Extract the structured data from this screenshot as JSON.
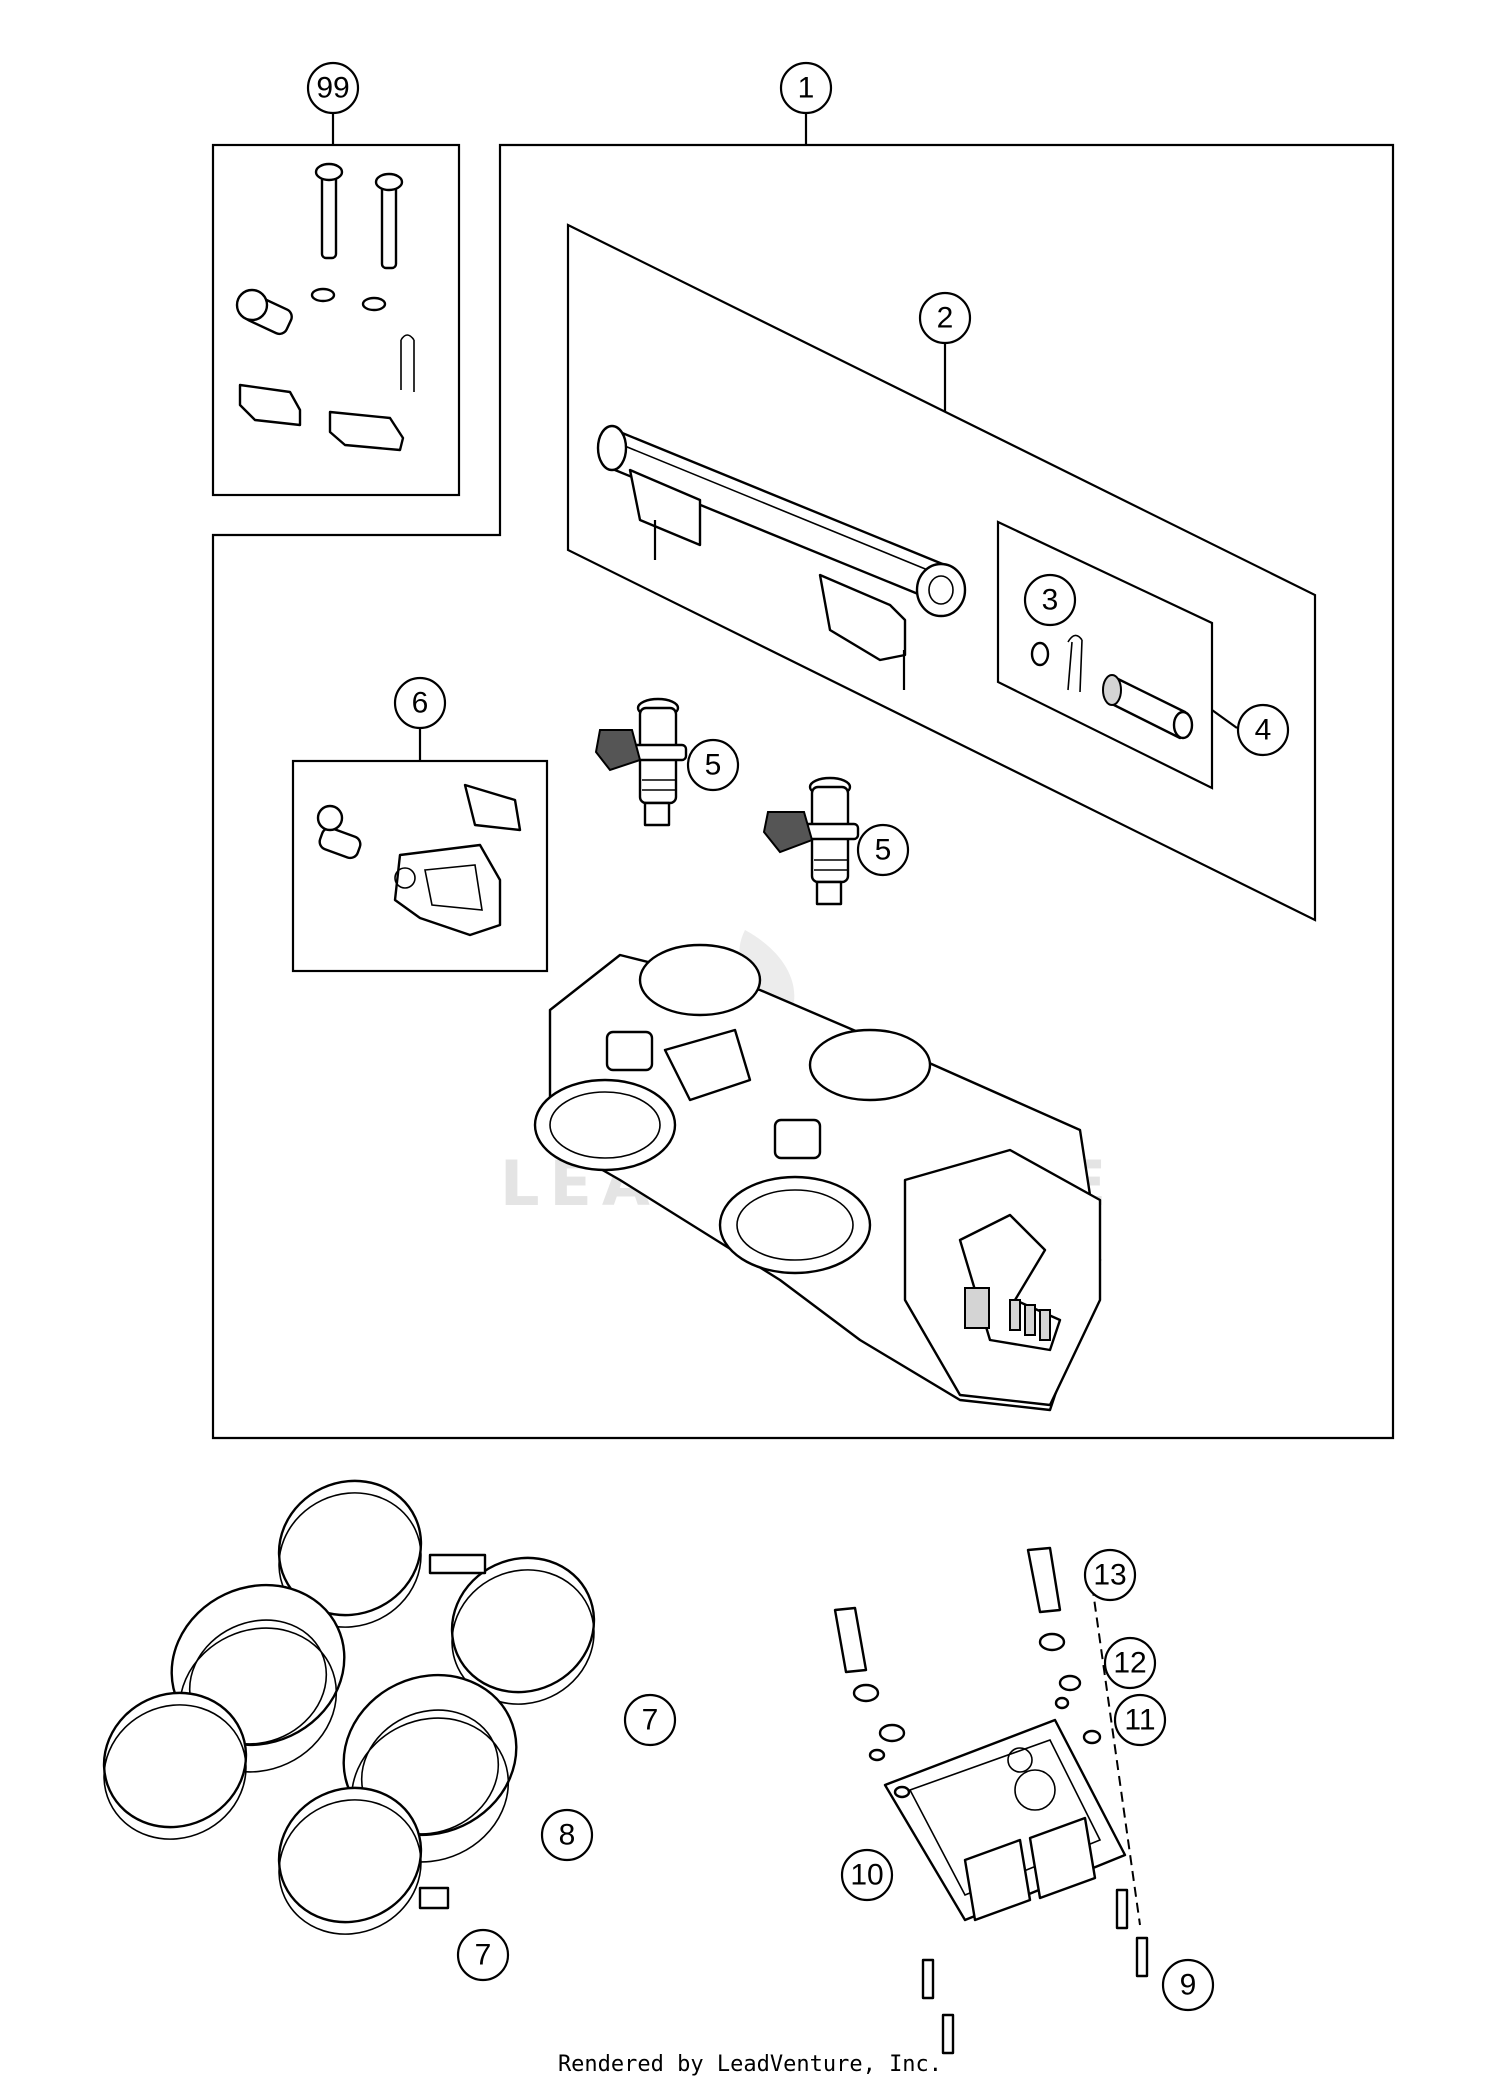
{
  "callouts": [
    {
      "id": "99",
      "label": "99"
    },
    {
      "id": "1",
      "label": "1"
    },
    {
      "id": "2",
      "label": "2"
    },
    {
      "id": "3",
      "label": "3"
    },
    {
      "id": "4",
      "label": "4"
    },
    {
      "id": "5a",
      "label": "5"
    },
    {
      "id": "5b",
      "label": "5"
    },
    {
      "id": "6",
      "label": "6"
    },
    {
      "id": "7a",
      "label": "7"
    },
    {
      "id": "7b",
      "label": "7"
    },
    {
      "id": "8",
      "label": "8"
    },
    {
      "id": "9",
      "label": "9"
    },
    {
      "id": "10",
      "label": "10"
    },
    {
      "id": "11",
      "label": "11"
    },
    {
      "id": "12",
      "label": "12"
    },
    {
      "id": "13",
      "label": "13"
    }
  ],
  "watermark": "LEADVENTURE",
  "footer": "Rendered by LeadVenture, Inc."
}
